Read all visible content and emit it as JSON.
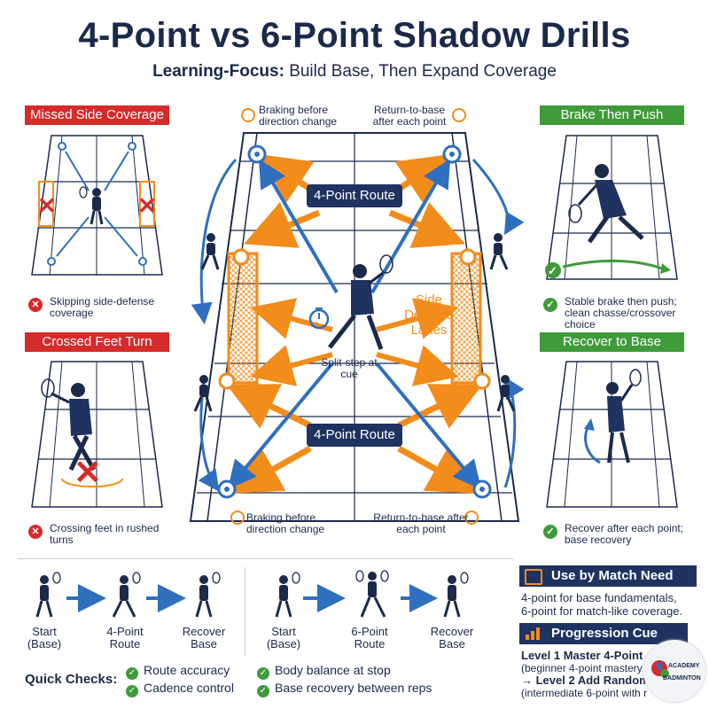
{
  "title": "4-Point vs 6-Point Shadow Drills",
  "subtitle": {
    "focus_label": "Learning-Focus:",
    "focus_text": "Build Base, Then Expand Coverage"
  },
  "panels": {
    "missed_side": {
      "title": "Missed Side Coverage",
      "caption": "Skipping side-defense coverage"
    },
    "crossed_feet": {
      "title": "Crossed Feet Turn",
      "caption": "Crossing feet in rushed turns"
    },
    "brake_push": {
      "title": "Brake Then Push",
      "caption": "Stable brake then push; clean chasse/crossover choice"
    },
    "recover_base": {
      "title": "Recover to Base",
      "caption": "Recover after each point; base recovery"
    }
  },
  "court": {
    "top_left_note": "Braking before direction change",
    "top_right_note": "Return-to-base after each point",
    "bottom_left_note": "Braking before direction change",
    "bottom_right_note": "Return-to-base after each point",
    "route_top": "4-Point Route",
    "route_bottom": "4-Point Route",
    "side_lanes": "Side Defense Lanes",
    "split_step": "Split-step at cue"
  },
  "sequence_4pt": [
    "Start (Base)",
    "4-Point Route",
    "Recover Base"
  ],
  "sequence_6pt": [
    "Start (Base)",
    "6-Point Route",
    "Recover Base"
  ],
  "quick_checks": {
    "label": "Quick Checks:",
    "items": [
      "Route accuracy",
      "Cadence control",
      "Body balance at stop",
      "Base recovery between reps"
    ]
  },
  "use_by_match": {
    "title": "Use by Match Need",
    "lines": [
      "4-point for base fundamentals,",
      "6-point for match-like coverage."
    ]
  },
  "progression": {
    "title": "Progression Cue",
    "lines": [
      "Level 1 Master 4-Point",
      "(beginner 4-point mastery",
      "→ Level 2 Add Random",
      "(intermediate 6-point with r"
    ]
  },
  "logo": {
    "line1": "ACADEMY",
    "line2": "BADMINTON"
  },
  "colors": {
    "navy": "#1f3260",
    "red": "#d52b2b",
    "green": "#3f9b3a",
    "orange": "#f28c1b",
    "blue": "#2f6fbf"
  }
}
